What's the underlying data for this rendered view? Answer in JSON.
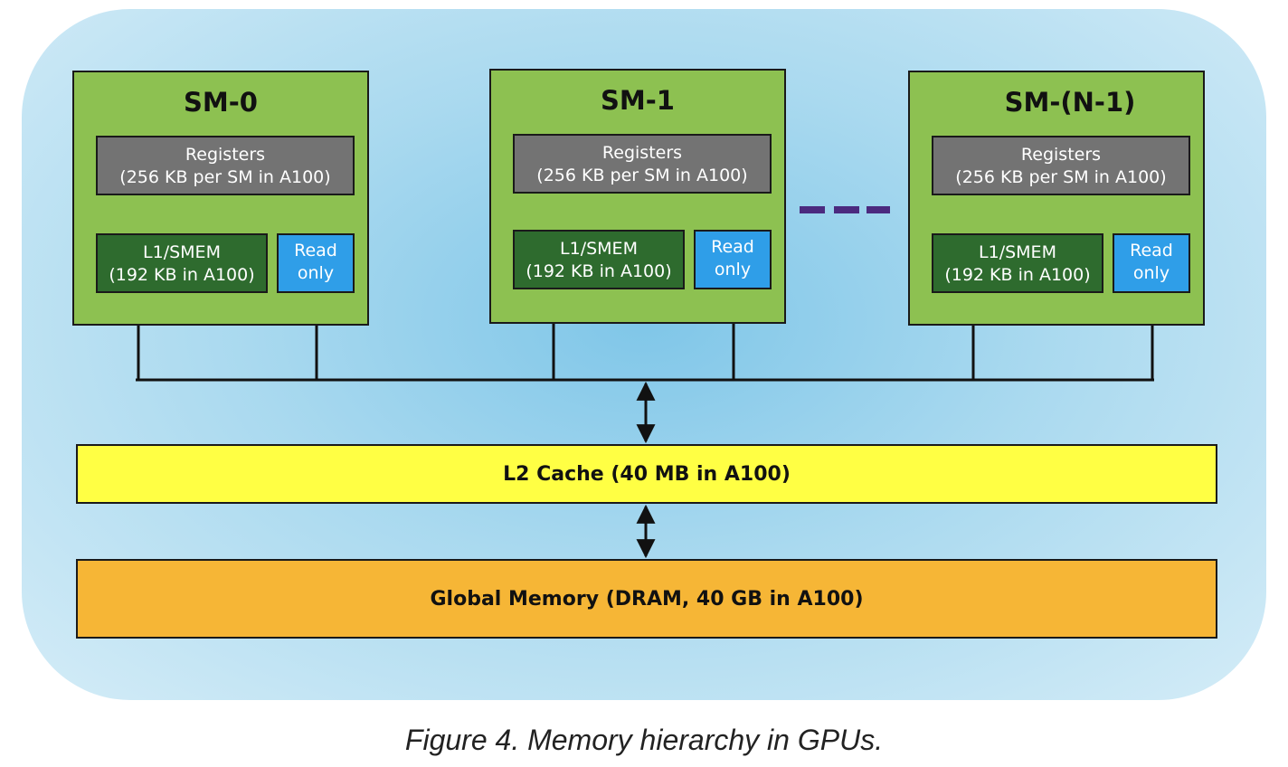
{
  "diagram": {
    "sm_blocks": [
      {
        "title": "SM-0",
        "registers": {
          "line1": "Registers",
          "line2": "(256 KB per SM in A100)"
        },
        "l1": {
          "line1": "L1/SMEM",
          "line2": "(192 KB in A100)"
        },
        "readonly": {
          "line1": "Read",
          "line2": "only"
        }
      },
      {
        "title": "SM-1",
        "registers": {
          "line1": "Registers",
          "line2": "(256 KB per SM in A100)"
        },
        "l1": {
          "line1": "L1/SMEM",
          "line2": "(192 KB in A100)"
        },
        "readonly": {
          "line1": "Read",
          "line2": "only"
        }
      },
      {
        "title": "SM-(N-1)",
        "registers": {
          "line1": "Registers",
          "line2": "(256 KB per SM in A100)"
        },
        "l1": {
          "line1": "L1/SMEM",
          "line2": "(192 KB in A100)"
        },
        "readonly": {
          "line1": "Read",
          "line2": "only"
        }
      }
    ],
    "l2_cache": "L2 Cache (40 MB in A100)",
    "global_memory": "Global Memory (DRAM, 40 GB in A100)",
    "colors": {
      "sm_fill": "#8dc151",
      "registers_fill": "#737373",
      "l1_fill": "#2e6b2e",
      "readonly_fill": "#2f9ee8",
      "l2_fill": "#ffff44",
      "global_fill": "#f6b636",
      "internal_arrow": "#7b4fc9",
      "ellipsis": "#4b2a7f"
    }
  },
  "caption": "Figure 4. Memory hierarchy in GPUs."
}
